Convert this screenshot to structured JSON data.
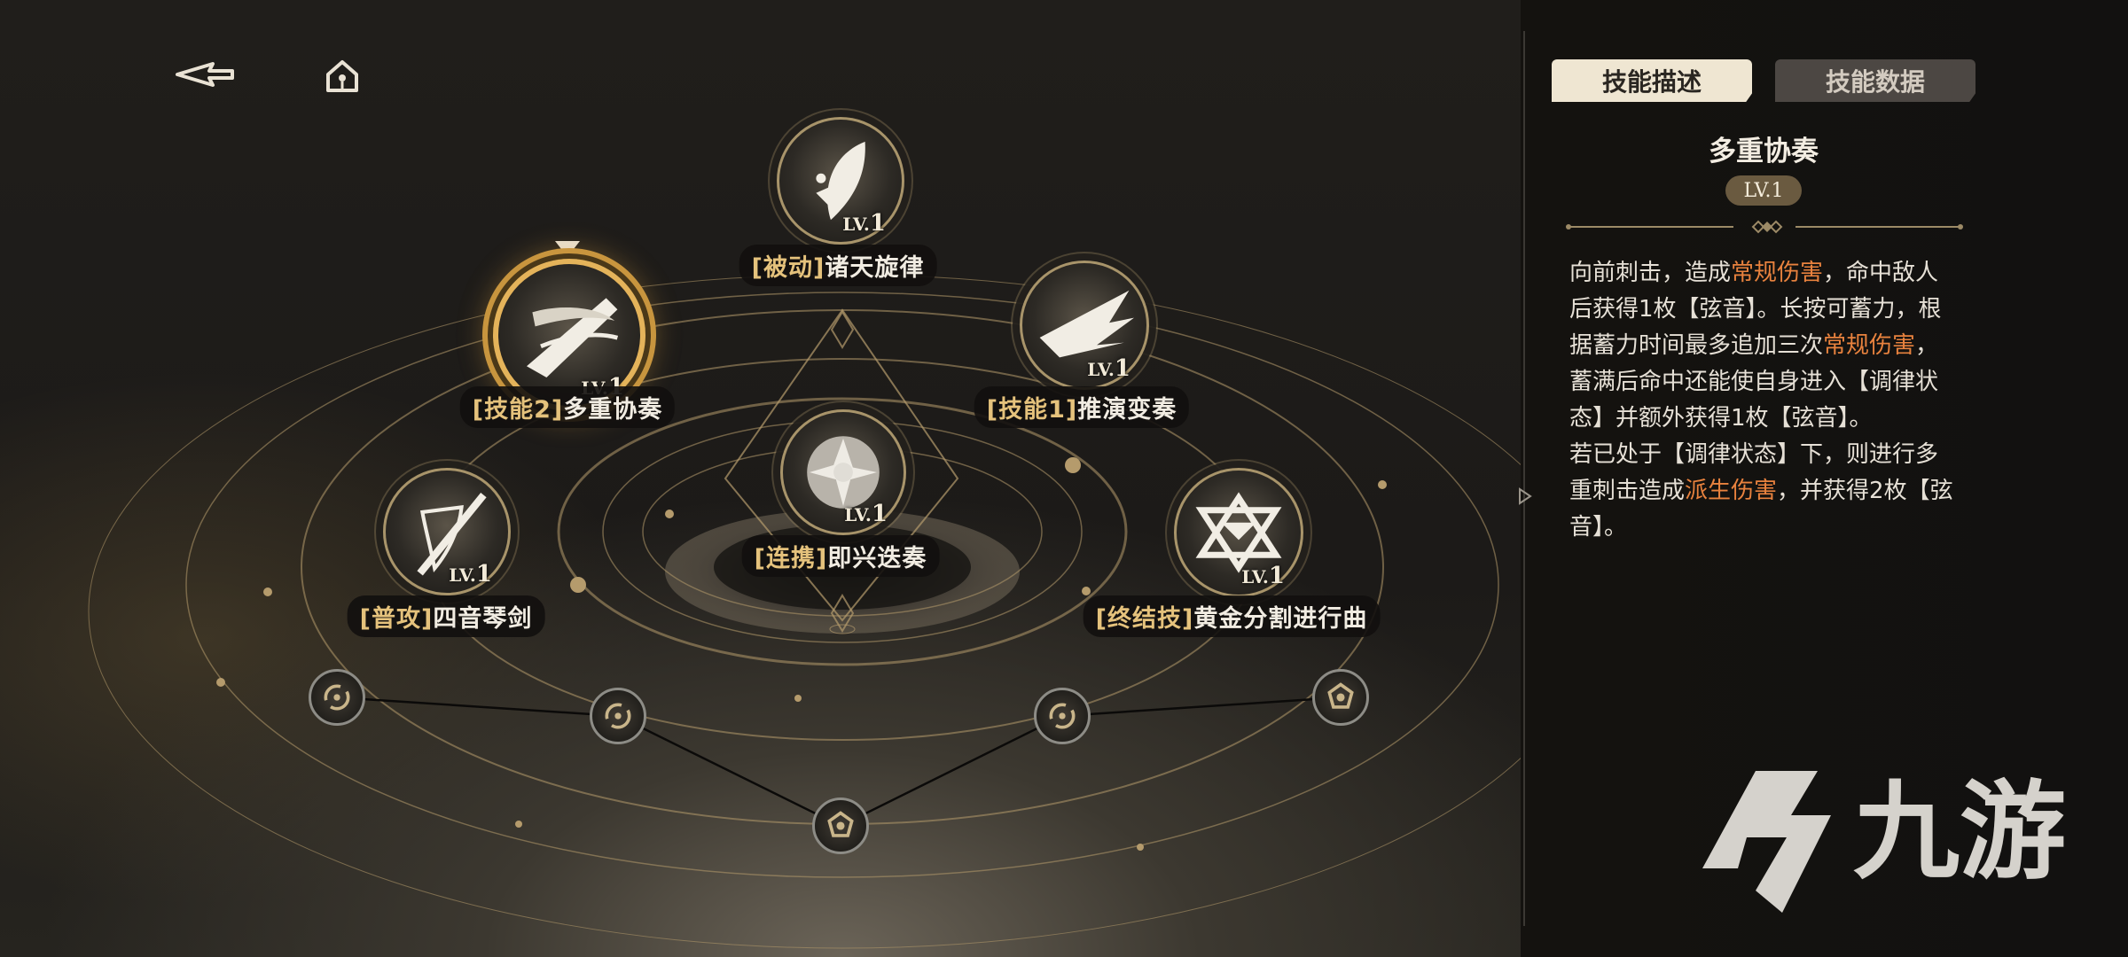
{
  "tabs": {
    "description": "技能描述",
    "data": "技能数据"
  },
  "detail": {
    "title": "多重协奏",
    "level": "LV.1",
    "description": [
      [
        {
          "text": "向前刺击，造成"
        },
        {
          "text": "常规伤害",
          "highlight": true
        },
        {
          "text": "，命中敌人后获得1枚【弦音】。长按可蓄力，根据蓄力时间最多追加三次"
        },
        {
          "text": "常规伤害",
          "highlight": true
        },
        {
          "text": "，蓄满后命中还能使自身进入【调律状态】并额外获得1枚【弦音】。"
        }
      ],
      [
        {
          "text": "若已处于【调律状态】下，则进行多重刺击造成"
        },
        {
          "text": "派生伤害",
          "highlight": true
        },
        {
          "text": "，并获得2枚【弦音】。"
        }
      ]
    ]
  },
  "skills": [
    {
      "id": "passive",
      "tag": "[被动]",
      "name": "诸天旋律",
      "lv_prefix": "LV.",
      "lv_num": "1"
    },
    {
      "id": "skill2",
      "tag": "[技能2]",
      "name": "多重协奏",
      "lv_prefix": "LV.",
      "lv_num": "1",
      "selected": true
    },
    {
      "id": "skill1",
      "tag": "[技能1]",
      "name": "推演变奏",
      "lv_prefix": "LV.",
      "lv_num": "1"
    },
    {
      "id": "combo",
      "tag": "[连携]",
      "name": "即兴迭奏",
      "lv_prefix": "LV.",
      "lv_num": "1"
    },
    {
      "id": "basic",
      "tag": "[普攻]",
      "name": "四音琴剑",
      "lv_prefix": "LV.",
      "lv_num": "1"
    },
    {
      "id": "ultimate",
      "tag": "[终结技]",
      "name": "黄金分割进行曲",
      "lv_prefix": "LV.",
      "lv_num": "1"
    }
  ],
  "watermark": {
    "text": "九游"
  },
  "colors": {
    "accent_gold": "#e4b35a",
    "highlight_orange": "#e8823e",
    "tab_active": "#efe6d2",
    "tab_inactive": "#4c4743"
  },
  "icons": {
    "back": "back-arrow-icon",
    "home": "home-icon",
    "expand": "triangle-right-icon"
  }
}
